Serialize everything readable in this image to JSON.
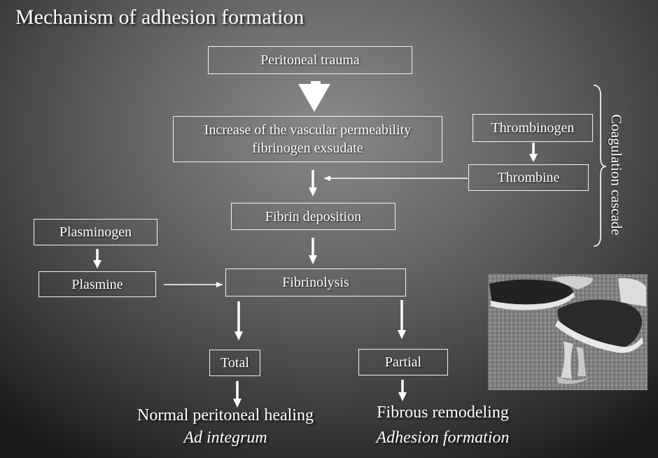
{
  "title": "Mechanism of adhesion formation",
  "boxes": {
    "peritoneal_trauma": "Peritoneal trauma",
    "vascular_line1": "Increase of the vascular permeability",
    "vascular_line2": "fibrinogen exsudate",
    "fibrin_deposition": "Fibrin deposition",
    "fibrinolysis": "Fibrinolysis",
    "thrombinogen": "Thrombinogen",
    "thrombine": "Thrombine",
    "plasminogen": "Plasminogen",
    "plasmine": "Plasmine",
    "total": "Total",
    "partial": "Partial"
  },
  "outcomes": {
    "left_title": "Normal peritoneal healing",
    "left_sub": "Ad integrum",
    "right_title": "Fibrous remodeling",
    "right_sub": "Adhesion formation"
  },
  "side_label": "Coagulation cascade"
}
